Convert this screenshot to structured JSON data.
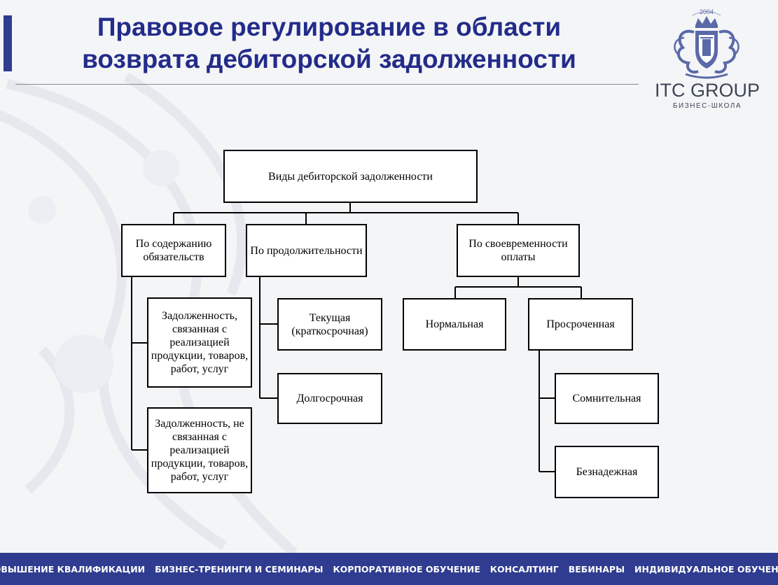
{
  "title": {
    "line1": "Правовое регулирование в области",
    "line2": "возврата дебиторской задолженности"
  },
  "logo": {
    "year": "2004",
    "name": "ITC GROUP",
    "subtitle": "БИЗНЕС-ШКОЛА",
    "emblem_icon": "crest-icon"
  },
  "diagram": {
    "root": "Виды дебиторской задолженности",
    "branches": [
      {
        "label": "По содержанию обязательств",
        "children": [
          "Задолженность, связанная с реализацией продукции, товаров, работ, услуг",
          "Задолженность, не связанная с реализацией продукции, товаров, работ, услуг"
        ]
      },
      {
        "label": "По продолжительности",
        "children": [
          "Текущая (краткосрочная)",
          "Долгосрочная"
        ]
      },
      {
        "label": "По своевременности оплаты",
        "children": [
          {
            "label": "Нормальная"
          },
          {
            "label": "Просроченная",
            "children": [
              "Сомнительная",
              "Безнадежная"
            ]
          }
        ]
      }
    ]
  },
  "footer": {
    "items": [
      "ПОВЫШЕНИЕ КВАЛИФИКАЦИИ",
      "БИЗНЕС-ТРЕНИНГИ И СЕМИНАРЫ",
      "КОРПОРАТИВНОЕ ОБУЧЕНИЕ",
      "КОНСАЛТИНГ",
      "ВЕБИНАРЫ",
      "ИНДИВИДУАЛЬНОЕ ОБУЧЕНИЕ"
    ]
  },
  "colors": {
    "brand_blue": "#2f3c8f",
    "title_blue": "#232c8a",
    "logo_blue": "#5a69a8",
    "logo_gray": "#3d4655"
  }
}
